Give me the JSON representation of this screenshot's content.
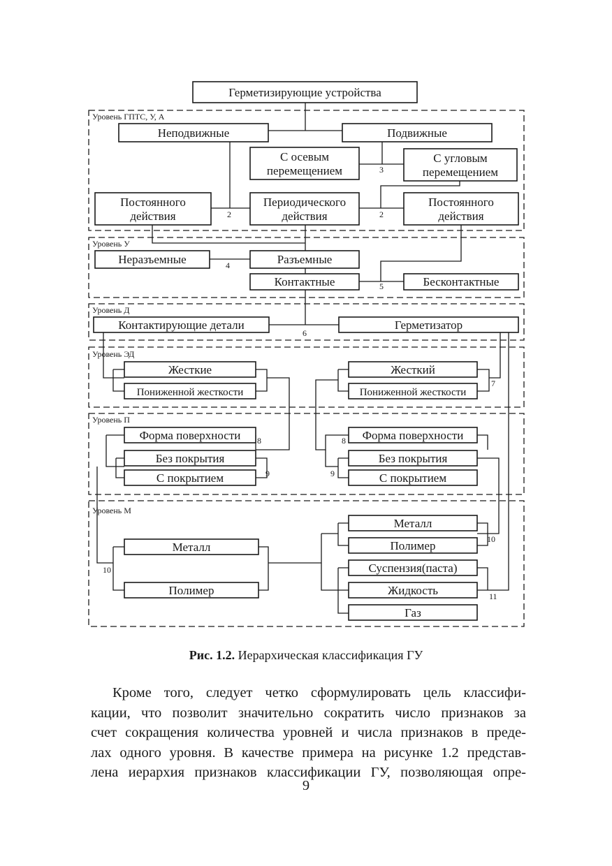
{
  "diagram": {
    "root": "Герметизирующие устройства",
    "levels": {
      "a": "Уровень ГПТС, У, А",
      "u": "Уровень У",
      "d": "Уровень Д",
      "ed": "Уровень ЭД",
      "p": "Уровень П",
      "m": "Уровень М"
    },
    "nodes": {
      "nepodvizhnye": "Неподвижные",
      "podvizhnye": "Подвижные",
      "osevoe_1": "С осевым",
      "osevoe_2": "перемещением",
      "uglovoe_1": "С угловым",
      "uglovoe_2": "перемещением",
      "post_left_1": "Постоянного",
      "post_left_2": "действия",
      "period_1": "Периодического",
      "period_2": "действия",
      "post_right_1": "Постоянного",
      "post_right_2": "действия",
      "nerazemnye": "Неразъемные",
      "razemnye": "Разъемные",
      "kontaktnye": "Контактные",
      "beskontaktnye": "Бесконтактные",
      "kontakt_detali": "Контактирующие детали",
      "germetizator": "Герметизатор",
      "zhestkie": "Жесткие",
      "ponizh_left": "Пониженной жесткости",
      "zhestkiy": "Жесткий",
      "ponizh_right": "Пониженной жесткости",
      "forma_left": "Форма поверхности",
      "bez_left": "Без покрытия",
      "s_left": "С покрытием",
      "forma_right": "Форма поверхности",
      "bez_right": "Без покрытия",
      "s_right": "С покрытием",
      "metall_left": "Металл",
      "polimer_left": "Полимер",
      "metall_right": "Металл",
      "polimer_right": "Полимер",
      "suspenziya": "Суспензия(паста)",
      "zhidkost": "Жидкость",
      "gaz": "Газ"
    },
    "numbers": {
      "n3": "3",
      "n2a": "2",
      "n2b": "2",
      "n4": "4",
      "n5": "5",
      "n6": "6",
      "n7": "7",
      "n8a": "8",
      "n8b": "8",
      "n9a": "9",
      "n9b": "9",
      "n10a": "10",
      "n10b": "10",
      "n11": "11"
    }
  },
  "caption": {
    "label": "Рис. 1.2.",
    "text": " Иерархическая классификация ГУ"
  },
  "paragraph": {
    "lines": [
      "Кроме того, следует четко сформулировать цель классифи-",
      "кации, что позволит значительно сократить число признаков за",
      "счет сокращения количества уровней и числа признаков в преде-",
      "лах одного уровня. В качестве примера на рисунке 1.2 представ-",
      "лена иерархия признаков классификации ГУ, позволяющая опре-"
    ]
  },
  "page_number": "9"
}
